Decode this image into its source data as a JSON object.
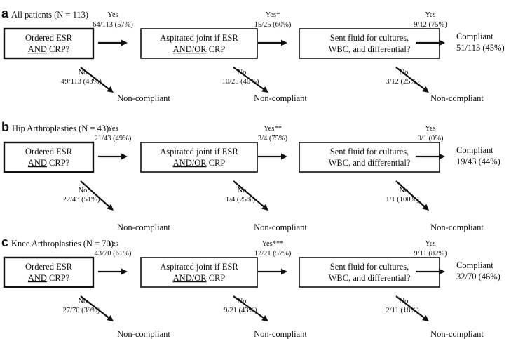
{
  "panels": [
    {
      "letter": "a",
      "title": "All patients (N = 113)",
      "boxes": [
        {
          "lines": [
            [
              "Ordered ESR"
            ],
            [
              [
                "AND",
                true
              ],
              [
                " CRP?",
                false
              ]
            ]
          ]
        },
        {
          "lines": [
            [
              "Aspirated joint if ESR"
            ],
            [
              [
                "AND/OR",
                true
              ],
              [
                " CRP",
                false
              ]
            ]
          ]
        },
        {
          "lines": [
            [
              "Sent fluid for cultures,"
            ],
            [
              "WBC, and differential?"
            ]
          ]
        }
      ],
      "yes": [
        {
          "label": "Yes",
          "value": "64/113 (57%)"
        },
        {
          "label": "Yes*",
          "value": "15/25 (60%)"
        },
        {
          "label": "Yes",
          "value": "9/12 (75%)"
        }
      ],
      "no": [
        {
          "label": "No",
          "value": "49/113 (43%)"
        },
        {
          "label": "No",
          "value": "10/25 (40%)"
        },
        {
          "label": "No",
          "value": "3/12 (25%)"
        }
      ],
      "noncompliant": [
        "Non-compliant",
        "Non-compliant",
        "Non-compliant"
      ],
      "compliant": {
        "label": "Compliant",
        "value": "51/113 (45%)"
      }
    },
    {
      "letter": "b",
      "title": "Hip Arthroplasties (N = 43)",
      "boxes": [
        {
          "lines": [
            [
              "Ordered ESR"
            ],
            [
              [
                "AND",
                true
              ],
              [
                " CRP?",
                false
              ]
            ]
          ]
        },
        {
          "lines": [
            [
              "Aspirated joint if ESR"
            ],
            [
              [
                "AND/OR",
                true
              ],
              [
                " CRP",
                false
              ]
            ]
          ]
        },
        {
          "lines": [
            [
              "Sent fluid for cultures,"
            ],
            [
              "WBC, and differential?"
            ]
          ]
        }
      ],
      "yes": [
        {
          "label": "Yes",
          "value": "21/43 (49%)"
        },
        {
          "label": "Yes**",
          "value": "3/4 (75%)"
        },
        {
          "label": "Yes",
          "value": "0/1 (0%)"
        }
      ],
      "no": [
        {
          "label": "No",
          "value": "22/43 (51%)"
        },
        {
          "label": "No",
          "value": "1/4 (25%)"
        },
        {
          "label": "No",
          "value": "1/1 (100%)"
        }
      ],
      "noncompliant": [
        "Non-compliant",
        "Non-compliant",
        "Non-compliant"
      ],
      "compliant": {
        "label": "Compliant",
        "value": "19/43 (44%)"
      }
    },
    {
      "letter": "c",
      "title": "Knee Arthroplasties (N = 70)",
      "boxes": [
        {
          "lines": [
            [
              "Ordered ESR"
            ],
            [
              [
                "AND",
                true
              ],
              [
                " CRP?",
                false
              ]
            ]
          ]
        },
        {
          "lines": [
            [
              "Aspirated joint if ESR"
            ],
            [
              [
                "AND/OR",
                true
              ],
              [
                " CRP",
                false
              ]
            ]
          ]
        },
        {
          "lines": [
            [
              "Sent fluid for cultures,"
            ],
            [
              "WBC, and differential?"
            ]
          ]
        }
      ],
      "yes": [
        {
          "label": "Yes",
          "value": "43/70 (61%)"
        },
        {
          "label": "Yes***",
          "value": "12/21 (57%)"
        },
        {
          "label": "Yes",
          "value": "9/11 (82%)"
        }
      ],
      "no": [
        {
          "label": "No",
          "value": "27/70 (39%)"
        },
        {
          "label": "No",
          "value": "9/21 (43%)"
        },
        {
          "label": "No",
          "value": "2/11 (18%)"
        }
      ],
      "noncompliant": [
        "Non-compliant",
        "Non-compliant",
        "Non-compliant"
      ],
      "compliant": {
        "label": "Compliant",
        "value": "32/70 (46%)"
      }
    }
  ]
}
